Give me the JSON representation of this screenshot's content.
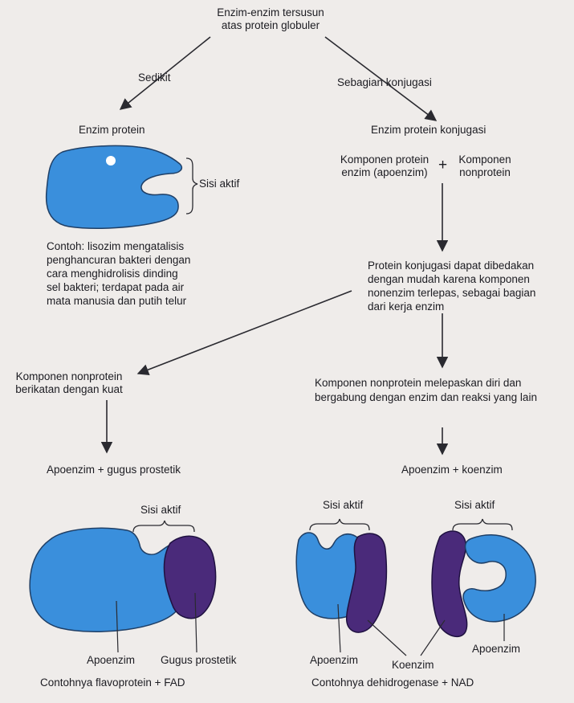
{
  "top": {
    "line1": "Enzim-enzim tersusun",
    "line2": "atas protein globuler"
  },
  "branch_left_label": "Sedikit",
  "branch_right_label": "Sebagian konjugasi",
  "left": {
    "title": "Enzim protein",
    "active_site": "Sisi aktif",
    "example_lines": [
      "Contoh: lisozim mengatalisis",
      "penghancuran bakteri dengan",
      "cara menghidrolisis dinding",
      "sel bakteri; terdapat pada air",
      "mata manusia dan putih telur"
    ],
    "nonprotein_lines": [
      "Komponen nonprotein",
      "berikatan dengan kuat"
    ],
    "result": "Apoenzim + gugus prostetik",
    "active_site_2": "Sisi aktif",
    "label_apoenzyme": "Apoenzim",
    "label_prosthetic": "Gugus prostetik",
    "example_bottom": "Contohnya flavoprotein + FAD"
  },
  "right": {
    "title": "Enzim protein konjugasi",
    "component_protein_lines": [
      "Komponen protein",
      "enzim (apoenzim)"
    ],
    "plus": "+",
    "component_nonprotein_lines": [
      "Komponen",
      "nonprotein"
    ],
    "distinguish_lines": [
      "Protein konjugasi dapat dibedakan",
      "dengan mudah karena komponen",
      "nonenzim terlepas, sebagai bagian",
      "dari kerja enzim"
    ],
    "release_lines": [
      "Komponen nonprotein melepaskan diri dan",
      "bergabung dengan enzim dan reaksi yang lain"
    ],
    "result": "Apoenzim + koenzim",
    "active_site_a": "Sisi aktif",
    "active_site_b": "Sisi aktif",
    "label_apoenzyme_a": "Apoenzim",
    "label_apoenzyme_b": "Apoenzim",
    "label_coenzyme": "Koenzim",
    "example_bottom": "Contohnya dehidrogenase + NAD"
  },
  "colors": {
    "enzyme_blue": "#3a8fdc",
    "cofactor_purple": "#4a2a7a",
    "line": "#2a2a30",
    "background": "#efecea"
  }
}
